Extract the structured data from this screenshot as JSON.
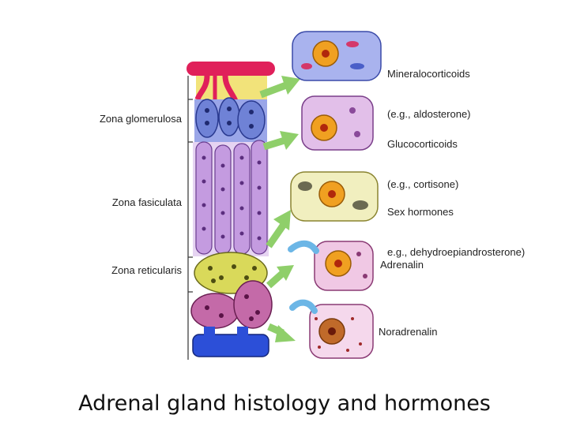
{
  "zones": [
    {
      "id": "glomerulosa",
      "label": "Zona glomerulosa"
    },
    {
      "id": "fasciculata",
      "label": "Zona fasiculata"
    },
    {
      "id": "reticularis",
      "label": "Zona reticularis"
    }
  ],
  "hormones": [
    {
      "id": "mineralocorticoids",
      "line1": "Mineralocorticoids",
      "line2": "(e.g., aldosterone)"
    },
    {
      "id": "glucocorticoids",
      "line1": "Glucocorticoids",
      "line2": "(e.g., cortisone)"
    },
    {
      "id": "sex-hormones",
      "line1": "Sex hormones",
      "line2": "e.g., dehydroepiandrosterone)"
    },
    {
      "id": "adrenalin",
      "line1": "Adrenalin"
    },
    {
      "id": "noradrenalin",
      "line1": "Noradrenalin"
    }
  ],
  "caption": "Adrenal gland histology and hormones",
  "colors": {
    "capsule": "#f2e37a",
    "vessel_red": "#e0205a",
    "vessel_blue": "#2c4fd8",
    "glomerulosa": "#6f82d6",
    "fasciculata": "#c49be0",
    "reticularis": "#d9d95a",
    "medulla": "#c46aa8",
    "arrow": "#8fcf6a",
    "arrow_blue": "#6cb6e6",
    "nucleus": "#f0a021"
  }
}
